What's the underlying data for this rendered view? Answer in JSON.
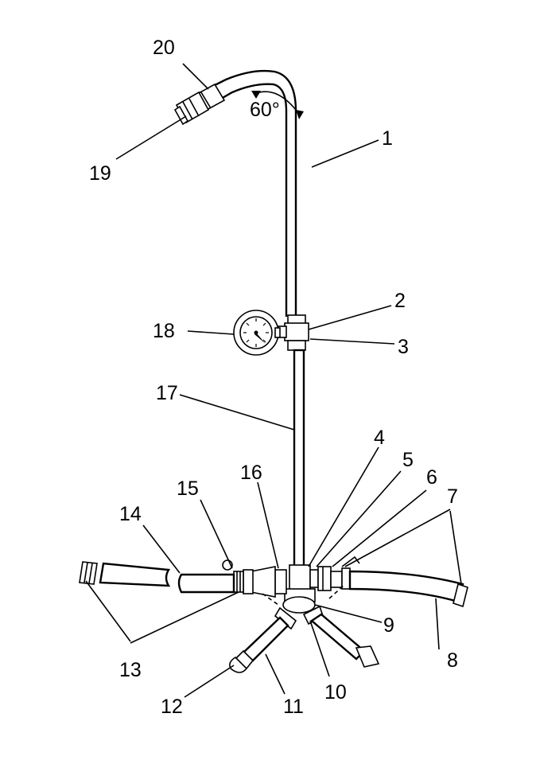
{
  "callouts": [
    {
      "id": "1",
      "text": "1"
    },
    {
      "id": "2",
      "text": "2"
    },
    {
      "id": "3",
      "text": "3"
    },
    {
      "id": "4",
      "text": "4"
    },
    {
      "id": "5",
      "text": "5"
    },
    {
      "id": "6",
      "text": "6"
    },
    {
      "id": "7",
      "text": "7"
    },
    {
      "id": "8",
      "text": "8"
    },
    {
      "id": "9",
      "text": "9"
    },
    {
      "id": "10",
      "text": "10"
    },
    {
      "id": "11",
      "text": "11"
    },
    {
      "id": "12",
      "text": "12"
    },
    {
      "id": "13",
      "text": "13"
    },
    {
      "id": "14",
      "text": "14"
    },
    {
      "id": "15",
      "text": "15"
    },
    {
      "id": "16",
      "text": "16"
    },
    {
      "id": "17",
      "text": "17"
    },
    {
      "id": "18",
      "text": "18"
    },
    {
      "id": "19",
      "text": "19"
    },
    {
      "id": "20",
      "text": "20"
    }
  ],
  "angle_label": "60°"
}
